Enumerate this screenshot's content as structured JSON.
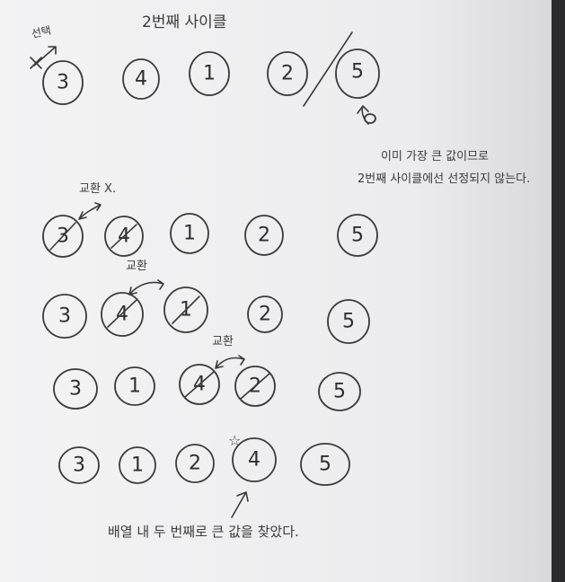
{
  "title": "2번째 사이클",
  "select_label": "선택",
  "rows": [
    {
      "circles": [
        "3",
        "4",
        "1",
        "2",
        "5"
      ],
      "annotation": ""
    },
    {
      "circles": [
        "3",
        "4",
        "1",
        "2",
        "5"
      ],
      "annotation": "교환 X."
    },
    {
      "circles": [
        "3",
        "4",
        "1",
        "2",
        "5"
      ],
      "annotation": "교환"
    },
    {
      "circles": [
        "3",
        "1",
        "4",
        "2",
        "5"
      ],
      "annotation": "교환"
    },
    {
      "circles": [
        "3",
        "1",
        "2",
        "4",
        "5"
      ],
      "annotation": ""
    }
  ],
  "note_top": {
    "line1": "이미 가장 큰 값이므로",
    "line2": "2번째 사이클에선 선정되지 않는다."
  },
  "note_bottom": "배열 내 두 번째로 큰 값을 찾았다.",
  "star_mark": "☆"
}
